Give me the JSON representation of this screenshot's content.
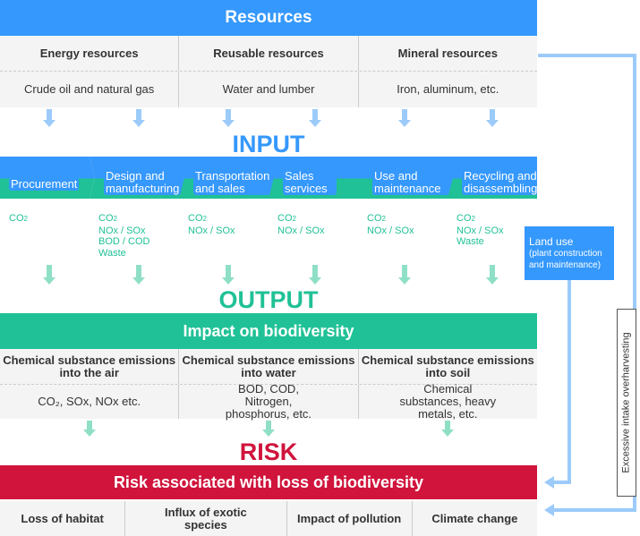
{
  "resources": {
    "title": "Resources",
    "headers": [
      "Energy resources",
      "Reusable resources",
      "Mineral resources"
    ],
    "values": [
      "Crude oil and natural gas",
      "Water and lumber",
      "Iron, aluminum, etc."
    ]
  },
  "input_label": "INPUT",
  "steps": [
    {
      "label": "Procurement",
      "emissions": [
        "CO2"
      ]
    },
    {
      "label": "Design and manufacturing",
      "emissions": [
        "CO2",
        "NOx / SOx",
        "BOD / COD",
        "Waste"
      ]
    },
    {
      "label": "Transportation and sales",
      "emissions": [
        "CO2",
        "NOx / SOx"
      ]
    },
    {
      "label": "Sales services",
      "emissions": [
        "CO2",
        "NOx / SOx"
      ]
    },
    {
      "label": "Use and maintenance",
      "emissions": [
        "CO2",
        "NOx / SOx"
      ]
    },
    {
      "label": "Recycling and disassembling",
      "emissions": [
        "CO2",
        "NOx / SOx",
        "Waste"
      ]
    }
  ],
  "land_use": {
    "title": "Land use",
    "sub": "(plant construction and maintenance)"
  },
  "output_label": "OUTPUT",
  "impact": {
    "title": "Impact on biodiversity",
    "headers": [
      "Chemical substance emissions into the air",
      "Chemical substance emissions into water",
      "Chemical substance emissions into soil"
    ],
    "values": [
      "CO₂, SOx, NOx etc.",
      "BOD, COD, Nitrogen, phosphorus, etc.",
      "Chemical substances, heavy metals, etc."
    ]
  },
  "risk_label": "RISK",
  "risk": {
    "title": "Risk associated with loss of biodiversity",
    "items": [
      "Loss of habitat",
      "Influx of exotic species",
      "Impact of pollution",
      "Climate change"
    ]
  },
  "side_label": "Excessive intake overharvesting",
  "colors": {
    "blue": "#3598fc",
    "green": "#20c196",
    "red": "#d0143c",
    "line": "#9ccbfa"
  }
}
